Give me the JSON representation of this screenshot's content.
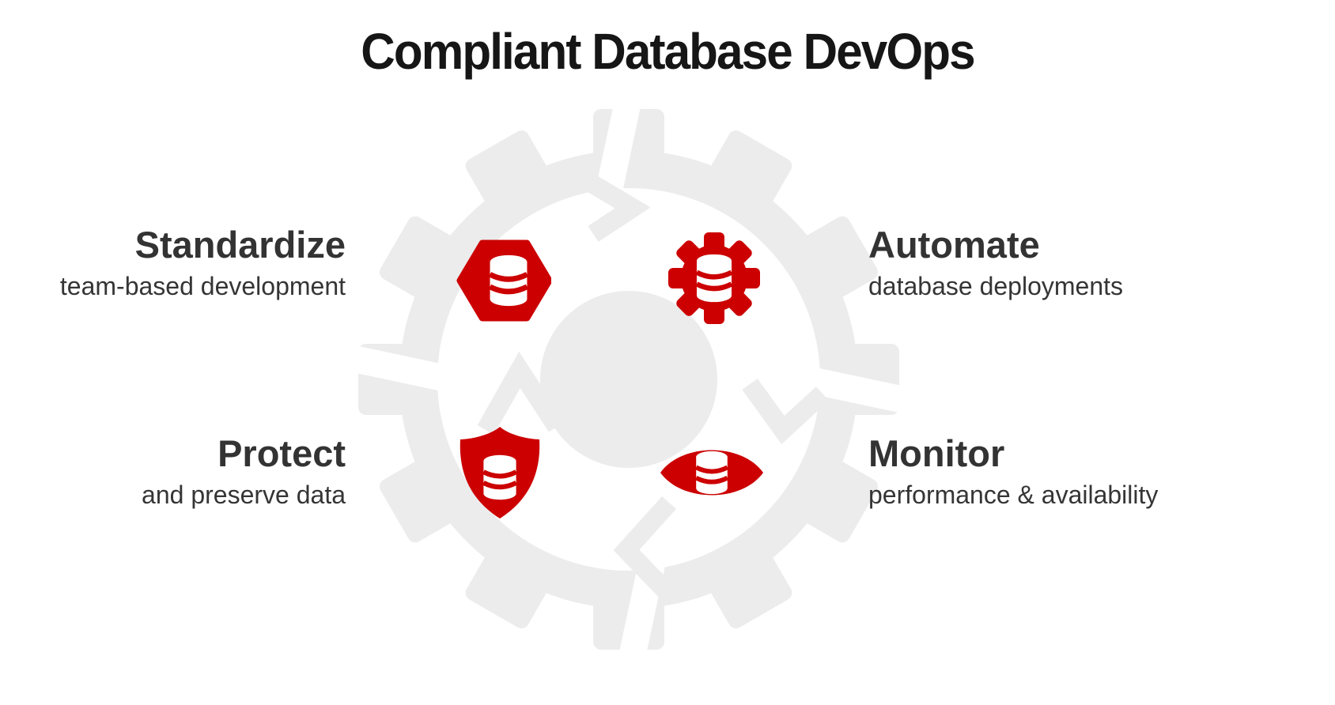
{
  "title": "Compliant Database DevOps",
  "colors": {
    "accent_red": "#cc0000",
    "gear_gray": "#ececec",
    "heading_text": "#333333",
    "title_text": "#161616",
    "icon_glyph": "#ffffff"
  },
  "graphic": {
    "description": "light gray gear cycle with four red icons",
    "center_icon_names": [
      "hexagon-database-icon",
      "gear-database-icon",
      "shield-database-icon",
      "eye-database-icon"
    ]
  },
  "quadrants": [
    {
      "id": "standardize",
      "heading": "Standardize",
      "subheading": "team-based development",
      "icon": "hexagon-database-icon"
    },
    {
      "id": "automate",
      "heading": "Automate",
      "subheading": "database deployments",
      "icon": "gear-database-icon"
    },
    {
      "id": "protect",
      "heading": "Protect",
      "subheading": "and preserve data",
      "icon": "shield-database-icon"
    },
    {
      "id": "monitor",
      "heading": "Monitor",
      "subheading": "performance & availability",
      "icon": "eye-database-icon"
    }
  ]
}
